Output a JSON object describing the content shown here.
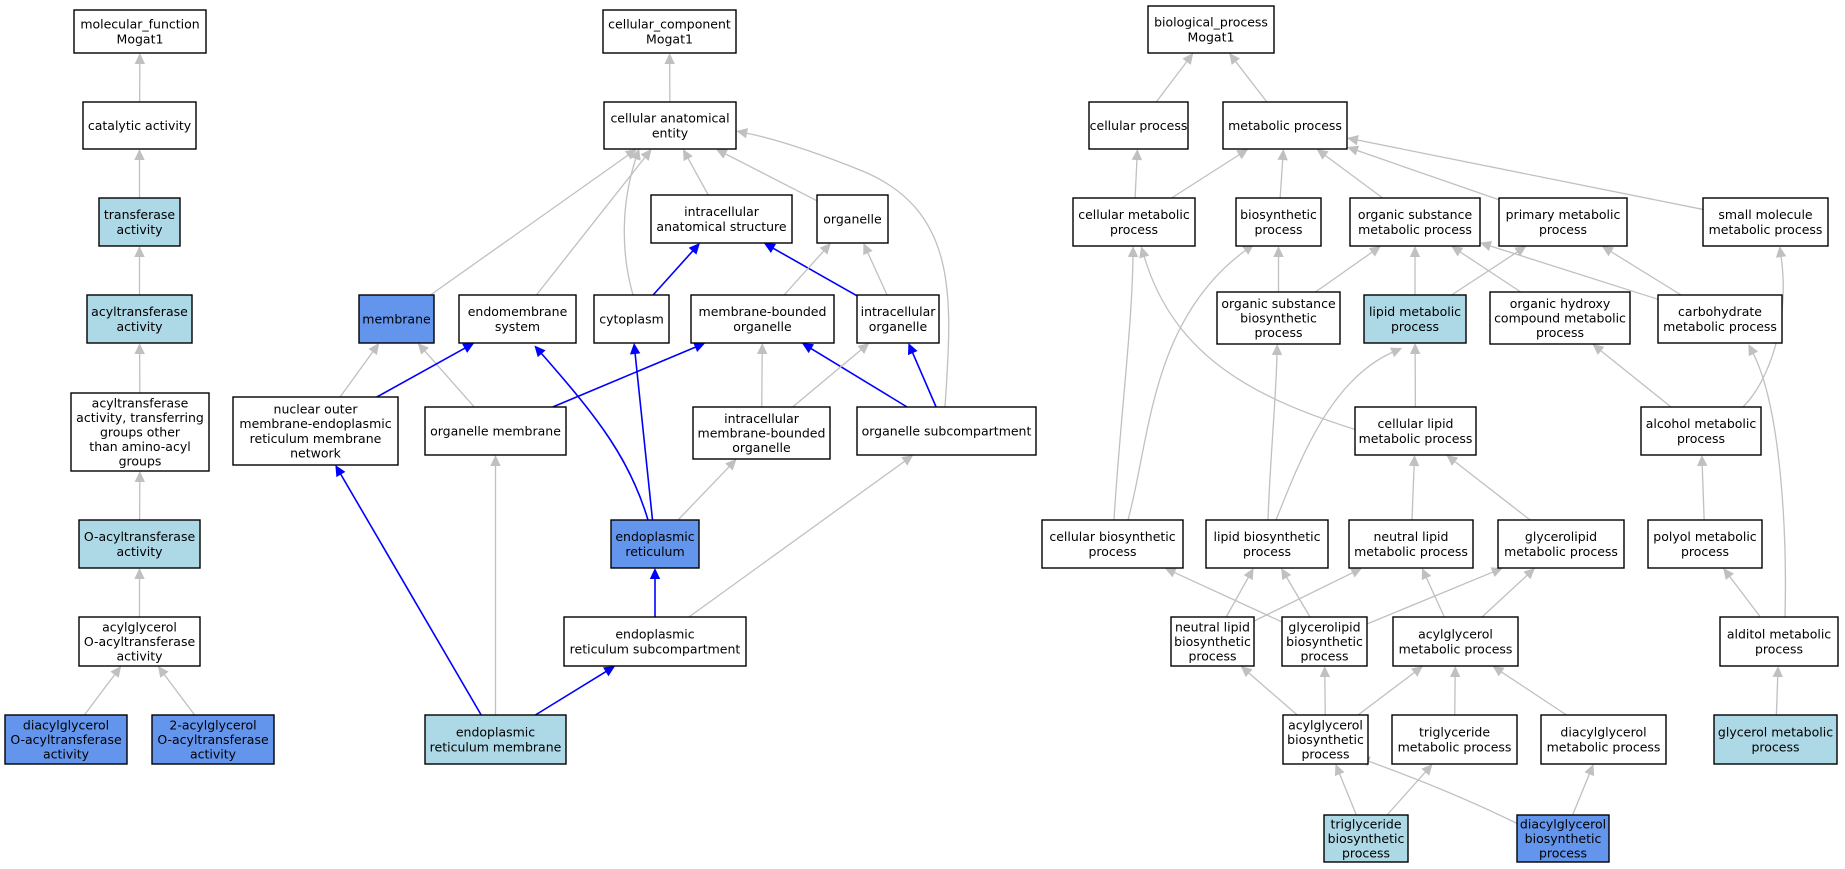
{
  "colors": {
    "default_fill": "#ffffff",
    "light_fill": "#add8e6",
    "dark_fill": "#6495ed",
    "gray_edge": "#c0c0c0",
    "blue_edge": "#0000ff",
    "border": "#000000"
  },
  "nodes": [
    {
      "id": "mf_root",
      "lines": [
        "molecular_function",
        "Mogat1"
      ],
      "fill": "default"
    },
    {
      "id": "catalytic",
      "lines": [
        "catalytic activity"
      ],
      "fill": "default"
    },
    {
      "id": "transferase",
      "lines": [
        "transferase",
        "activity"
      ],
      "fill": "light"
    },
    {
      "id": "acyltransferase",
      "lines": [
        "acyltransferase",
        "activity"
      ],
      "fill": "light"
    },
    {
      "id": "acyltransferase_other",
      "lines": [
        "acyltransferase",
        "activity, transferring",
        "groups other",
        "than amino-acyl",
        "groups"
      ],
      "fill": "default"
    },
    {
      "id": "o_acyltransferase",
      "lines": [
        "O-acyltransferase",
        "activity"
      ],
      "fill": "light"
    },
    {
      "id": "acylglycerol_oacyl",
      "lines": [
        "acylglycerol",
        "O-acyltransferase",
        "activity"
      ],
      "fill": "default"
    },
    {
      "id": "diacylglycerol_oacyl",
      "lines": [
        "diacylglycerol",
        "O-acyltransferase",
        "activity"
      ],
      "fill": "dark"
    },
    {
      "id": "two_acylglycerol_oacyl",
      "lines": [
        "2-acylglycerol",
        "O-acyltransferase",
        "activity"
      ],
      "fill": "dark"
    },
    {
      "id": "cc_root",
      "lines": [
        "cellular_component",
        "Mogat1"
      ],
      "fill": "default"
    },
    {
      "id": "cae",
      "lines": [
        "cellular anatomical",
        "entity"
      ],
      "fill": "default"
    },
    {
      "id": "ias",
      "lines": [
        "intracellular",
        "anatomical structure"
      ],
      "fill": "default"
    },
    {
      "id": "organelle",
      "lines": [
        "organelle"
      ],
      "fill": "default"
    },
    {
      "id": "membrane",
      "lines": [
        "membrane"
      ],
      "fill": "dark"
    },
    {
      "id": "endomembrane",
      "lines": [
        "endomembrane",
        "system"
      ],
      "fill": "default"
    },
    {
      "id": "cytoplasm",
      "lines": [
        "cytoplasm"
      ],
      "fill": "default"
    },
    {
      "id": "mbo",
      "lines": [
        "membrane-bounded",
        "organelle"
      ],
      "fill": "default"
    },
    {
      "id": "intra_org",
      "lines": [
        "intracellular",
        "organelle"
      ],
      "fill": "default"
    },
    {
      "id": "nuclear_outer",
      "lines": [
        "nuclear outer",
        "membrane-endoplasmic",
        "reticulum membrane",
        "network"
      ],
      "fill": "default"
    },
    {
      "id": "org_membrane",
      "lines": [
        "organelle membrane"
      ],
      "fill": "default"
    },
    {
      "id": "imbo",
      "lines": [
        "intracellular",
        "membrane-bounded",
        "organelle"
      ],
      "fill": "default"
    },
    {
      "id": "org_subcomp",
      "lines": [
        "organelle subcompartment"
      ],
      "fill": "default"
    },
    {
      "id": "er",
      "lines": [
        "endoplasmic",
        "reticulum"
      ],
      "fill": "dark"
    },
    {
      "id": "er_subcomp",
      "lines": [
        "endoplasmic",
        "reticulum subcompartment"
      ],
      "fill": "default"
    },
    {
      "id": "er_membrane",
      "lines": [
        "endoplasmic",
        "reticulum membrane"
      ],
      "fill": "light"
    },
    {
      "id": "bp_root",
      "lines": [
        "biological_process",
        "Mogat1"
      ],
      "fill": "default"
    },
    {
      "id": "cellular_process",
      "lines": [
        "cellular process"
      ],
      "fill": "default"
    },
    {
      "id": "metabolic_process",
      "lines": [
        "metabolic process"
      ],
      "fill": "default"
    },
    {
      "id": "cmp",
      "lines": [
        "cellular metabolic",
        "process"
      ],
      "fill": "default"
    },
    {
      "id": "biosynthetic",
      "lines": [
        "biosynthetic",
        "process"
      ],
      "fill": "default"
    },
    {
      "id": "osmp",
      "lines": [
        "organic substance",
        "metabolic process"
      ],
      "fill": "default"
    },
    {
      "id": "primary",
      "lines": [
        "primary metabolic",
        "process"
      ],
      "fill": "default"
    },
    {
      "id": "small_mol",
      "lines": [
        "small molecule",
        "metabolic process"
      ],
      "fill": "default"
    },
    {
      "id": "osbp",
      "lines": [
        "organic substance",
        "biosynthetic",
        "process"
      ],
      "fill": "default"
    },
    {
      "id": "lipid_mp",
      "lines": [
        "lipid metabolic",
        "process"
      ],
      "fill": "light"
    },
    {
      "id": "ohcmp",
      "lines": [
        "organic hydroxy",
        "compound metabolic",
        "process"
      ],
      "fill": "default"
    },
    {
      "id": "carb",
      "lines": [
        "carbohydrate",
        "metabolic process"
      ],
      "fill": "default"
    },
    {
      "id": "clmp",
      "lines": [
        "cellular lipid",
        "metabolic process"
      ],
      "fill": "default"
    },
    {
      "id": "alcohol",
      "lines": [
        "alcohol metabolic",
        "process"
      ],
      "fill": "default"
    },
    {
      "id": "cbp",
      "lines": [
        "cellular biosynthetic",
        "process"
      ],
      "fill": "default"
    },
    {
      "id": "lbp",
      "lines": [
        "lipid biosynthetic",
        "process"
      ],
      "fill": "default"
    },
    {
      "id": "nlmp",
      "lines": [
        "neutral lipid",
        "metabolic process"
      ],
      "fill": "default"
    },
    {
      "id": "glmp",
      "lines": [
        "glycerolipid",
        "metabolic process"
      ],
      "fill": "default"
    },
    {
      "id": "polyol",
      "lines": [
        "polyol metabolic",
        "process"
      ],
      "fill": "default"
    },
    {
      "id": "nlbp",
      "lines": [
        "neutral lipid",
        "biosynthetic",
        "process"
      ],
      "fill": "default"
    },
    {
      "id": "glbp",
      "lines": [
        "glycerolipid",
        "biosynthetic",
        "process"
      ],
      "fill": "default"
    },
    {
      "id": "agmp",
      "lines": [
        "acylglycerol",
        "metabolic process"
      ],
      "fill": "default"
    },
    {
      "id": "alditol",
      "lines": [
        "alditol metabolic",
        "process"
      ],
      "fill": "default"
    },
    {
      "id": "agbp",
      "lines": [
        "acylglycerol",
        "biosynthetic",
        "process"
      ],
      "fill": "default"
    },
    {
      "id": "tgmp",
      "lines": [
        "triglyceride",
        "metabolic process"
      ],
      "fill": "default"
    },
    {
      "id": "dgmp",
      "lines": [
        "diacylglycerol",
        "metabolic process"
      ],
      "fill": "default"
    },
    {
      "id": "glycerol_mp",
      "lines": [
        "glycerol metabolic",
        "process"
      ],
      "fill": "light"
    },
    {
      "id": "tgbp",
      "lines": [
        "triglyceride",
        "biosynthetic",
        "process"
      ],
      "fill": "light"
    },
    {
      "id": "dgbp",
      "lines": [
        "diacylglycerol",
        "biosynthetic",
        "process"
      ],
      "fill": "dark"
    }
  ],
  "edges": [
    {
      "from": "catalytic",
      "to": "mf_root",
      "color": "gray"
    },
    {
      "from": "transferase",
      "to": "catalytic",
      "color": "gray"
    },
    {
      "from": "acyltransferase",
      "to": "transferase",
      "color": "gray"
    },
    {
      "from": "acyltransferase_other",
      "to": "acyltransferase",
      "color": "gray"
    },
    {
      "from": "o_acyltransferase",
      "to": "acyltransferase_other",
      "color": "gray"
    },
    {
      "from": "acylglycerol_oacyl",
      "to": "o_acyltransferase",
      "color": "gray"
    },
    {
      "from": "diacylglycerol_oacyl",
      "to": "acylglycerol_oacyl",
      "color": "gray"
    },
    {
      "from": "two_acylglycerol_oacyl",
      "to": "acylglycerol_oacyl",
      "color": "gray"
    },
    {
      "from": "cae",
      "to": "cc_root",
      "color": "gray"
    },
    {
      "from": "ias",
      "to": "cae",
      "color": "gray"
    },
    {
      "from": "organelle",
      "to": "cae",
      "color": "gray"
    },
    {
      "from": "membrane",
      "to": "cae",
      "color": "gray"
    },
    {
      "from": "endomembrane",
      "to": "cae",
      "color": "gray"
    },
    {
      "from": "cytoplasm",
      "to": "cae",
      "color": "gray"
    },
    {
      "from": "org_subcomp",
      "to": "cae",
      "color": "gray"
    },
    {
      "from": "cytoplasm",
      "to": "ias",
      "color": "blue"
    },
    {
      "from": "intra_org",
      "to": "ias",
      "color": "blue"
    },
    {
      "from": "mbo",
      "to": "organelle",
      "color": "gray"
    },
    {
      "from": "intra_org",
      "to": "organelle",
      "color": "gray"
    },
    {
      "from": "nuclear_outer",
      "to": "membrane",
      "color": "gray"
    },
    {
      "from": "org_membrane",
      "to": "membrane",
      "color": "gray"
    },
    {
      "from": "nuclear_outer",
      "to": "endomembrane",
      "color": "blue"
    },
    {
      "from": "er",
      "to": "endomembrane",
      "color": "blue"
    },
    {
      "from": "er",
      "to": "cytoplasm",
      "color": "blue"
    },
    {
      "from": "org_membrane",
      "to": "mbo",
      "color": "blue"
    },
    {
      "from": "imbo",
      "to": "mbo",
      "color": "gray"
    },
    {
      "from": "org_subcomp",
      "to": "mbo",
      "color": "blue"
    },
    {
      "from": "imbo",
      "to": "intra_org",
      "color": "gray"
    },
    {
      "from": "org_subcomp",
      "to": "intra_org",
      "color": "blue"
    },
    {
      "from": "er",
      "to": "imbo",
      "color": "gray"
    },
    {
      "from": "er_membrane",
      "to": "nuclear_outer",
      "color": "blue"
    },
    {
      "from": "er_membrane",
      "to": "org_membrane",
      "color": "gray"
    },
    {
      "from": "er_subcomp",
      "to": "org_subcomp",
      "color": "gray"
    },
    {
      "from": "er_subcomp",
      "to": "er",
      "color": "blue"
    },
    {
      "from": "er_membrane",
      "to": "er_subcomp",
      "color": "blue"
    },
    {
      "from": "cellular_process",
      "to": "bp_root",
      "color": "gray"
    },
    {
      "from": "metabolic_process",
      "to": "bp_root",
      "color": "gray"
    },
    {
      "from": "cmp",
      "to": "cellular_process",
      "color": "gray"
    },
    {
      "from": "cmp",
      "to": "metabolic_process",
      "color": "gray"
    },
    {
      "from": "biosynthetic",
      "to": "metabolic_process",
      "color": "gray"
    },
    {
      "from": "osmp",
      "to": "metabolic_process",
      "color": "gray"
    },
    {
      "from": "primary",
      "to": "metabolic_process",
      "color": "gray"
    },
    {
      "from": "small_mol",
      "to": "metabolic_process",
      "color": "gray"
    },
    {
      "from": "osbp",
      "to": "biosynthetic",
      "color": "gray"
    },
    {
      "from": "osbp",
      "to": "osmp",
      "color": "gray"
    },
    {
      "from": "lipid_mp",
      "to": "osmp",
      "color": "gray"
    },
    {
      "from": "lipid_mp",
      "to": "primary",
      "color": "gray"
    },
    {
      "from": "ohcmp",
      "to": "osmp",
      "color": "gray"
    },
    {
      "from": "carb",
      "to": "osmp",
      "color": "gray"
    },
    {
      "from": "carb",
      "to": "primary",
      "color": "gray"
    },
    {
      "from": "clmp",
      "to": "cmp",
      "color": "gray"
    },
    {
      "from": "clmp",
      "to": "lipid_mp",
      "color": "gray"
    },
    {
      "from": "alcohol",
      "to": "ohcmp",
      "color": "gray"
    },
    {
      "from": "alcohol",
      "to": "small_mol",
      "color": "gray"
    },
    {
      "from": "cbp",
      "to": "cmp",
      "color": "gray"
    },
    {
      "from": "cbp",
      "to": "biosynthetic",
      "color": "gray"
    },
    {
      "from": "lbp",
      "to": "osbp",
      "color": "gray"
    },
    {
      "from": "lbp",
      "to": "lipid_mp",
      "color": "gray"
    },
    {
      "from": "nlmp",
      "to": "clmp",
      "color": "gray"
    },
    {
      "from": "glmp",
      "to": "clmp",
      "color": "gray"
    },
    {
      "from": "polyol",
      "to": "alcohol",
      "color": "gray"
    },
    {
      "from": "nlbp",
      "to": "lbp",
      "color": "gray"
    },
    {
      "from": "nlbp",
      "to": "nlmp",
      "color": "gray"
    },
    {
      "from": "glbp",
      "to": "cbp",
      "color": "gray"
    },
    {
      "from": "glbp",
      "to": "lbp",
      "color": "gray"
    },
    {
      "from": "glbp",
      "to": "glmp",
      "color": "gray"
    },
    {
      "from": "agmp",
      "to": "nlmp",
      "color": "gray"
    },
    {
      "from": "agmp",
      "to": "glmp",
      "color": "gray"
    },
    {
      "from": "alditol",
      "to": "polyol",
      "color": "gray"
    },
    {
      "from": "alditol",
      "to": "carb",
      "color": "gray"
    },
    {
      "from": "agbp",
      "to": "nlbp",
      "color": "gray"
    },
    {
      "from": "agbp",
      "to": "glbp",
      "color": "gray"
    },
    {
      "from": "agbp",
      "to": "agmp",
      "color": "gray"
    },
    {
      "from": "tgmp",
      "to": "agmp",
      "color": "gray"
    },
    {
      "from": "dgmp",
      "to": "agmp",
      "color": "gray"
    },
    {
      "from": "glycerol_mp",
      "to": "alditol",
      "color": "gray"
    },
    {
      "from": "tgbp",
      "to": "agbp",
      "color": "gray"
    },
    {
      "from": "tgbp",
      "to": "tgmp",
      "color": "gray"
    },
    {
      "from": "dgbp",
      "to": "agbp",
      "color": "gray"
    },
    {
      "from": "dgbp",
      "to": "dgmp",
      "color": "gray"
    }
  ]
}
